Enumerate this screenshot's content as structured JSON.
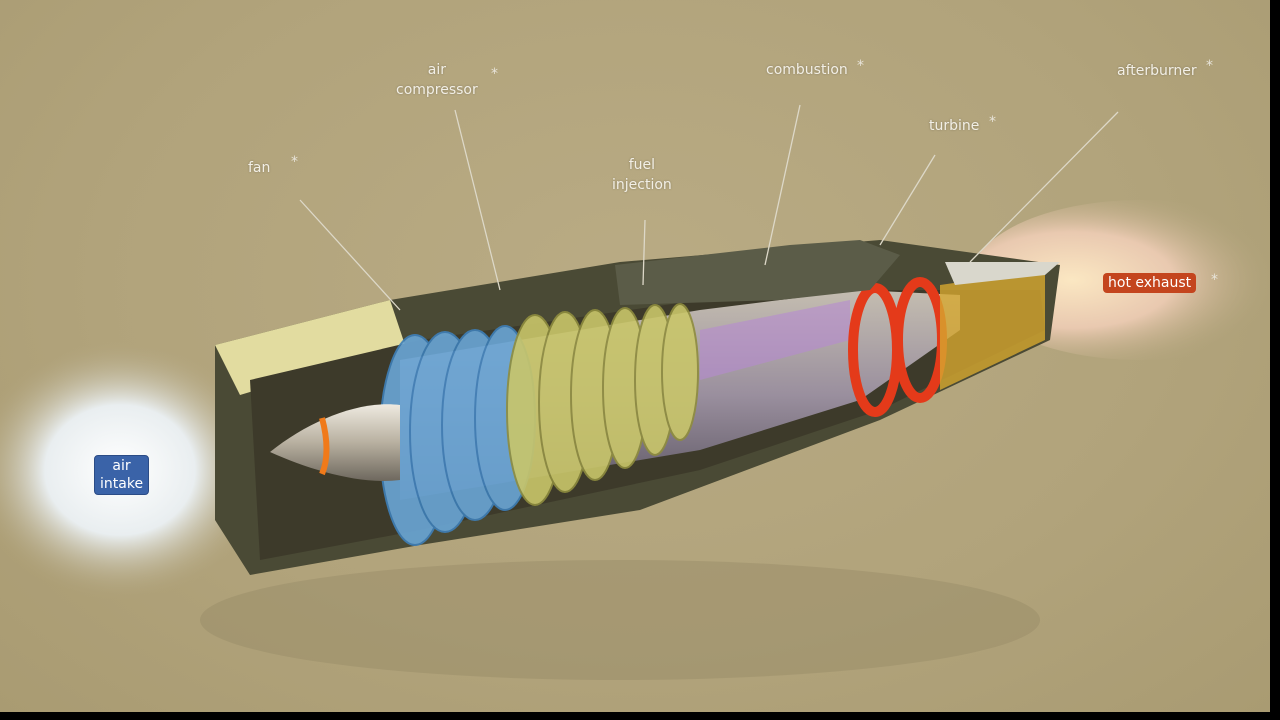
{
  "labels": {
    "fan": "fan",
    "air_compressor": "air\ncompressor",
    "fuel_injection": "fuel\ninjection",
    "combustion": "combustion",
    "turbine": "turbine",
    "afterburner": "afterburner",
    "air_intake": "air\nintake",
    "hot_exhaust": "hot exhaust",
    "hotspot": "*"
  },
  "colors": {
    "background": "#b1a37b",
    "intake_tag": "#3a63a8",
    "exhaust_tag": "#c4451e",
    "turbine": "#e43a1a",
    "fan": "#6aa6d6",
    "compressor": "#c9c66a"
  }
}
